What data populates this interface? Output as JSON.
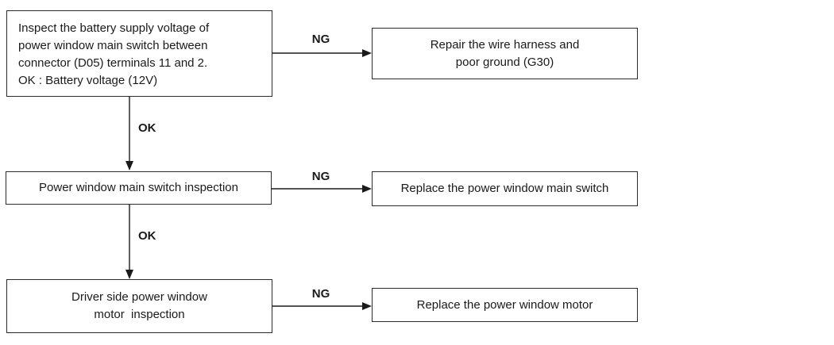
{
  "flowchart": {
    "step1": {
      "line1": "Inspect the battery supply voltage of",
      "line2": "power window main switch between",
      "line3": "connector (D05) terminals 11 and 2.",
      "line4": "OK : Battery voltage (12V)"
    },
    "repair_harness": {
      "line1": "Repair the wire harness and",
      "line2": "poor ground (G30)"
    },
    "step2": {
      "text": "Power window main switch inspection"
    },
    "replace_switch": {
      "text": "Replace the power window main switch"
    },
    "step3": {
      "line1": "Driver side power window",
      "line2": "motor  inspection"
    },
    "replace_motor": {
      "text": "Replace the power window motor"
    },
    "labels": {
      "ng": "NG",
      "ok": "OK"
    },
    "colors": {
      "border": "#2b2b2b",
      "text": "#1a1a1a",
      "line": "#1a1a1a",
      "background": "#ffffff"
    }
  }
}
